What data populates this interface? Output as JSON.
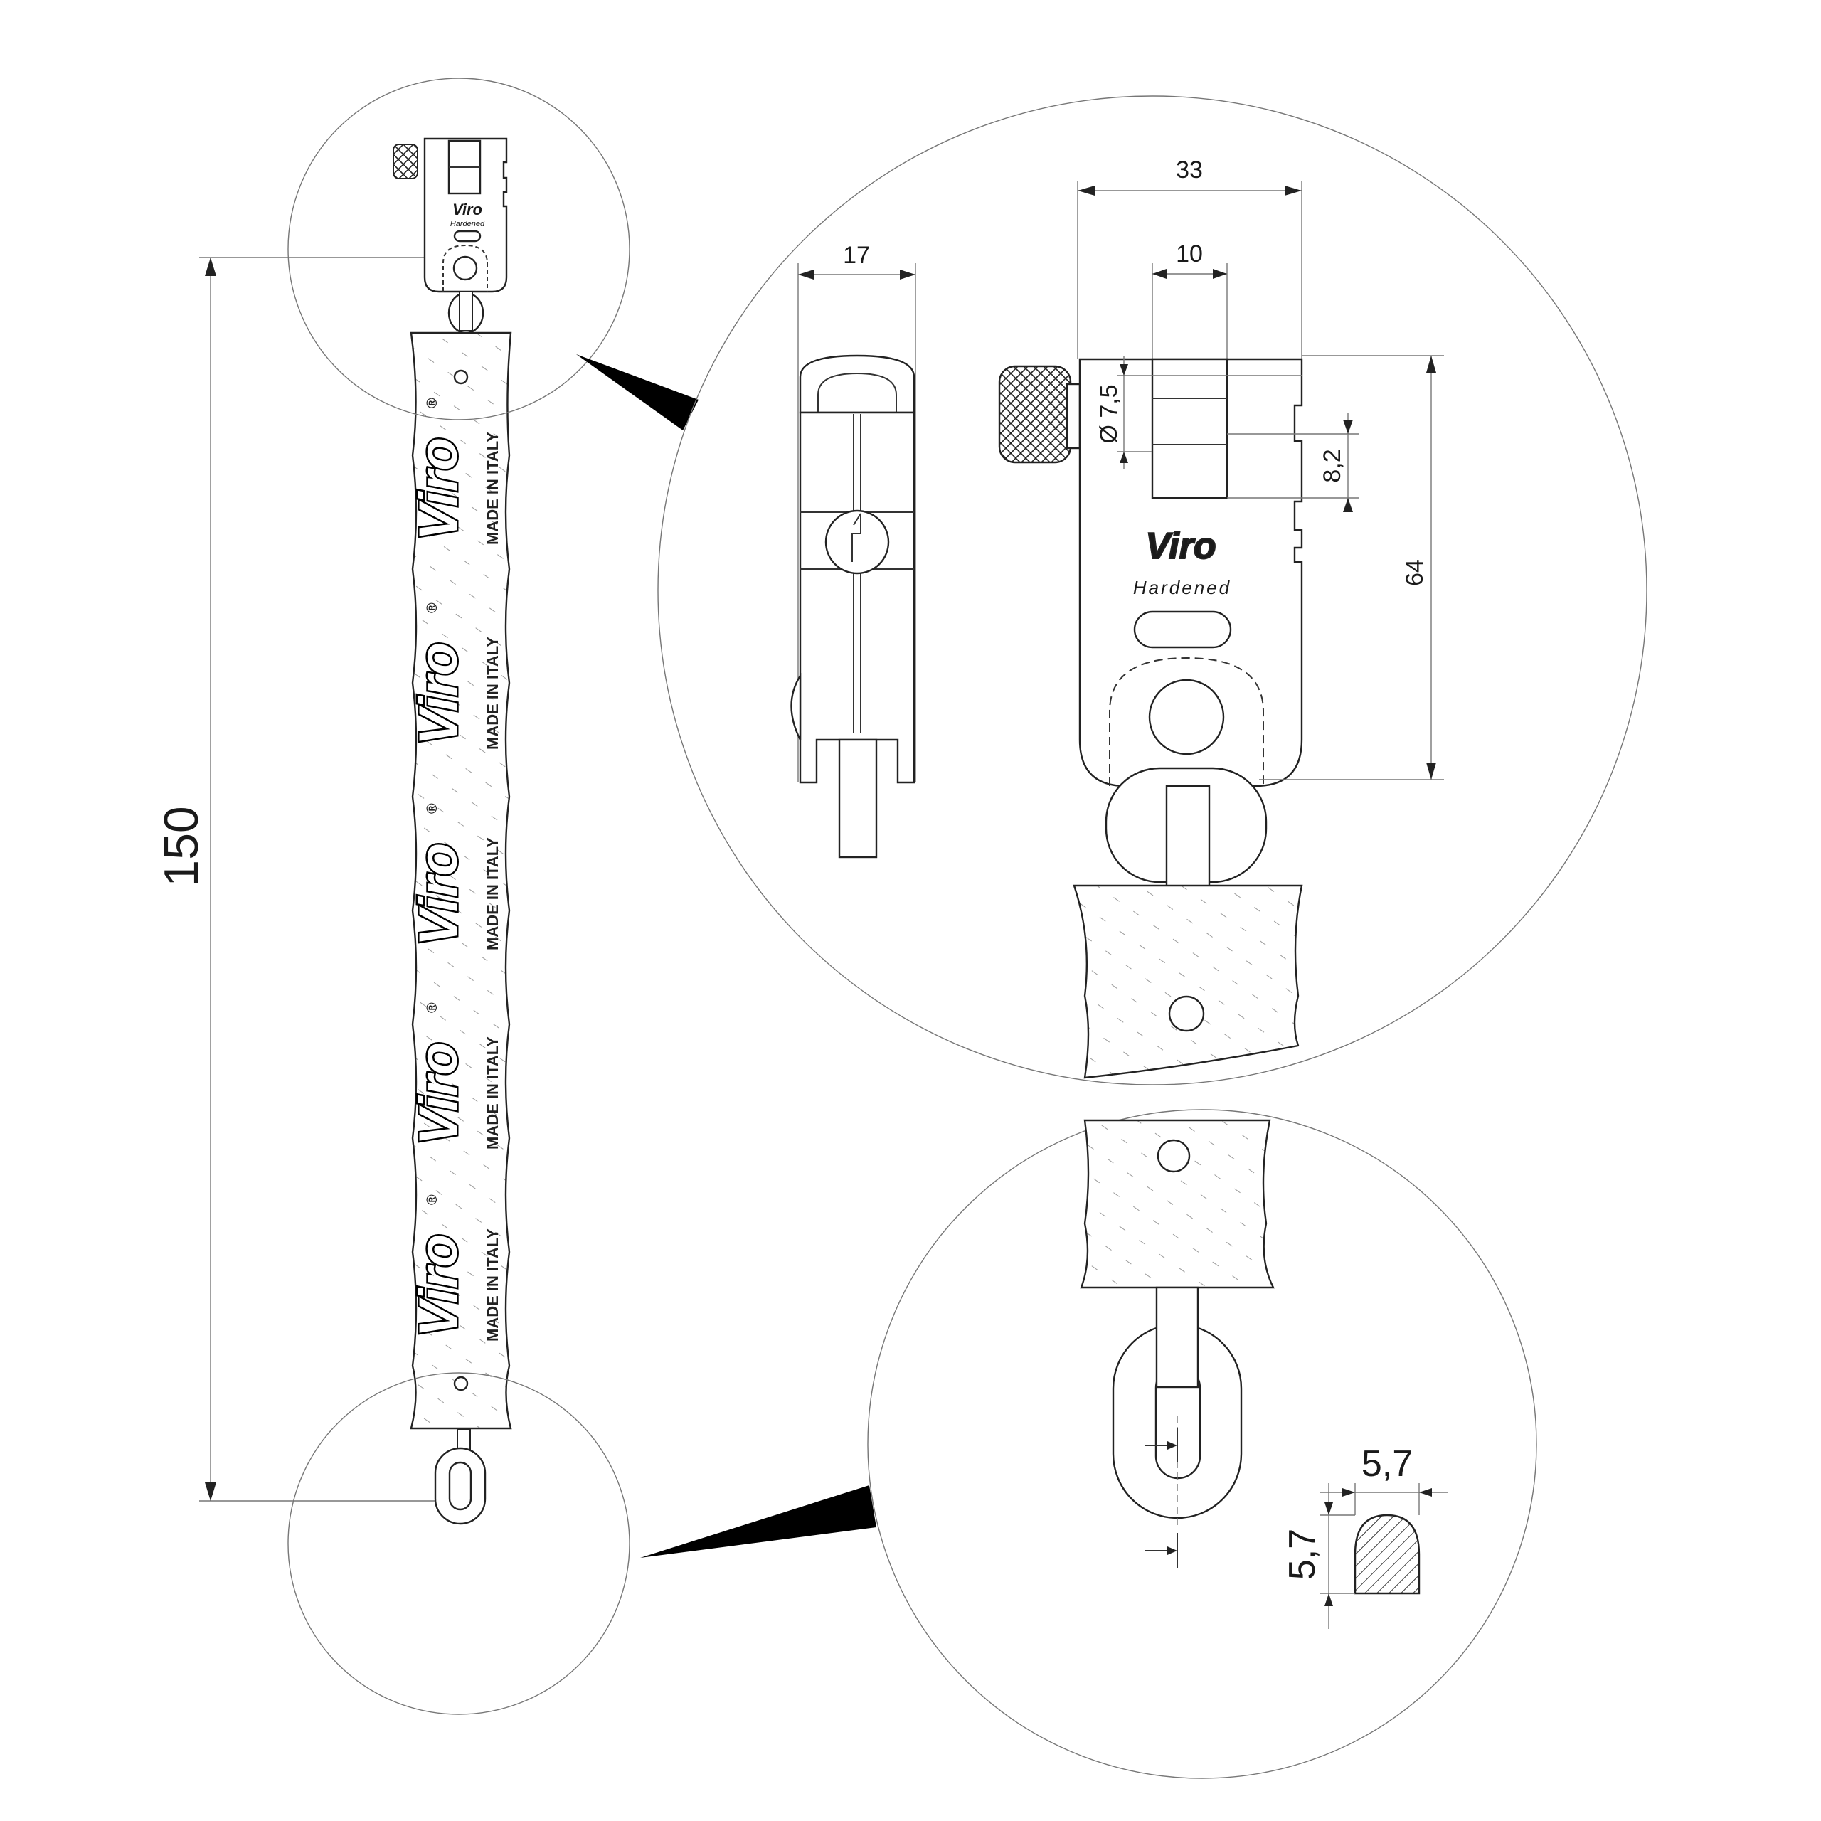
{
  "brand": "Viro",
  "registered_mark": "®",
  "made_in": "MADE IN ITALY",
  "hardened_label": "Hardened",
  "dimensions": {
    "total_length": "150",
    "side_width": "17",
    "lock_width": "33",
    "slot_width": "10",
    "pin_diameter": "Ø 7,5",
    "slot_depth": "8,2",
    "lock_height": "64",
    "section_width": "5,7",
    "section_height": "5,7"
  }
}
